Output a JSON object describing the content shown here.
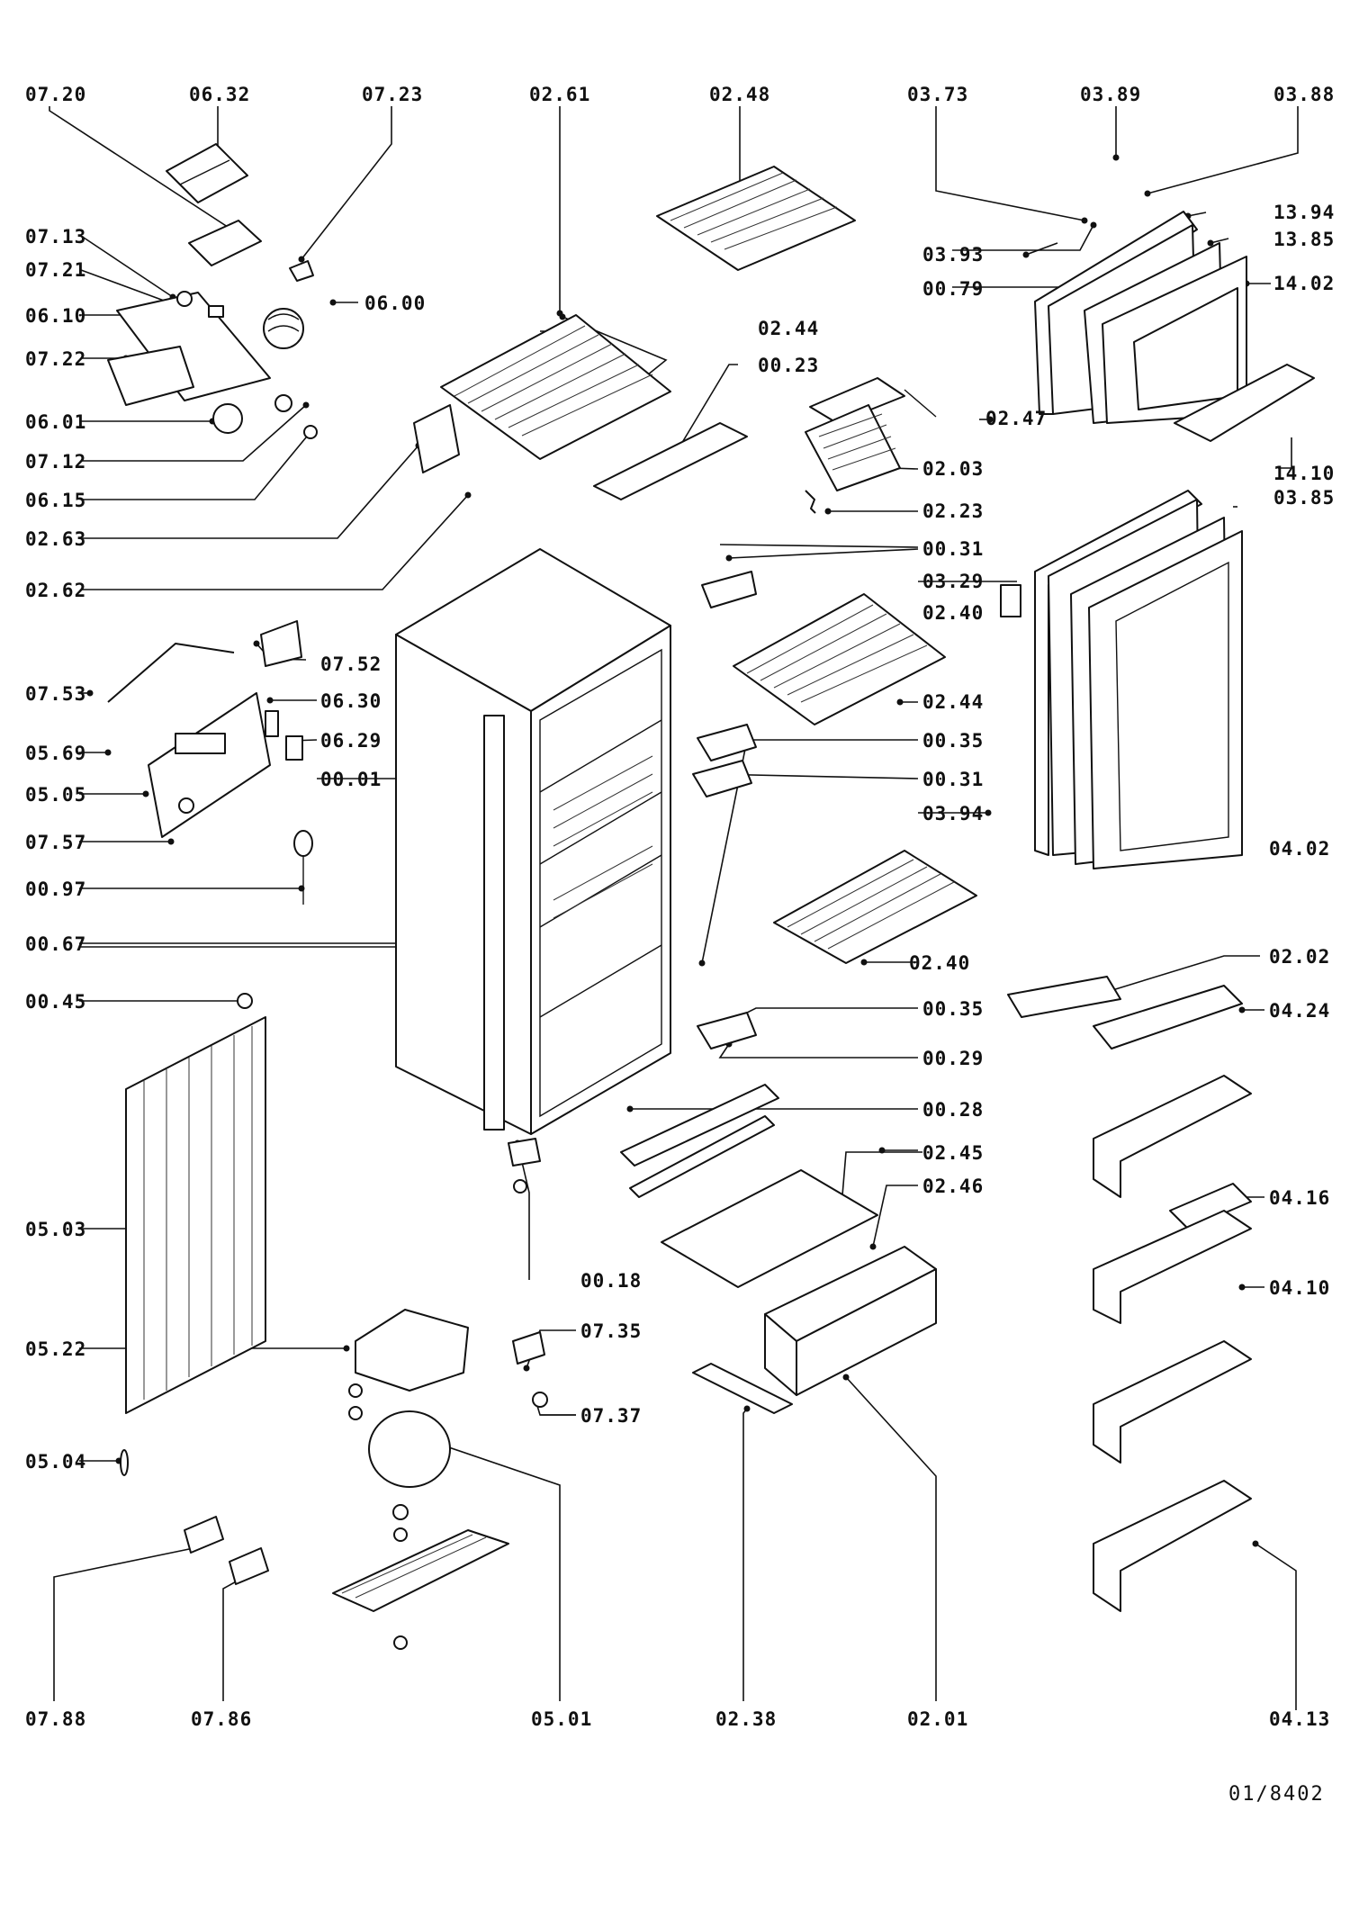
{
  "drawing_ref": "01/8402",
  "labels": {
    "l0720": "07.20",
    "l0632": "06.32",
    "l0723": "07.23",
    "l0261": "02.61",
    "l0248": "02.48",
    "l0373": "03.73",
    "l0389": "03.89",
    "l0388": "03.88",
    "l0713": "07.13",
    "l0721": "07.21",
    "l0610": "06.10",
    "l0722": "07.22",
    "l0601": "06.01",
    "l0712": "07.12",
    "l0615": "06.15",
    "l0263": "02.63",
    "l0262": "02.62",
    "l0600": "06.00",
    "l0244a": "02.44",
    "l0023": "00.23",
    "l1394": "13.94",
    "l1385": "13.85",
    "l0393": "03.93",
    "l0079": "00.79",
    "l1402": "14.02",
    "l0247": "02.47",
    "l1410": "14.10",
    "l0203": "02.03",
    "l0223": "02.23",
    "l0385": "03.85",
    "l0031a": "00.31",
    "l0329": "03.29",
    "l0240a": "02.40",
    "l0752": "07.52",
    "l0753": "07.53",
    "l0630": "06.30",
    "l0629": "06.29",
    "l0569": "05.69",
    "l0505": "05.05",
    "l0757": "07.57",
    "l0001": "00.01",
    "l0244b": "02.44",
    "l0035a": "00.35",
    "l0031b": "00.31",
    "l0394": "03.94",
    "l0402": "04.02",
    "l0097": "00.97",
    "l0067": "00.67",
    "l0240b": "02.40",
    "l0202": "02.02",
    "l0045": "00.45",
    "l0035b": "00.35",
    "l0424": "04.24",
    "l0029": "00.29",
    "l0028": "00.28",
    "l0245": "02.45",
    "l0246": "02.46",
    "l0416": "04.16",
    "l0503": "05.03",
    "l0018": "00.18",
    "l0410": "04.10",
    "l0735": "07.35",
    "l0522": "05.22",
    "l0737": "07.37",
    "l0504": "05.04",
    "l0788": "07.88",
    "l0786": "07.86",
    "l0501": "05.01",
    "l0238": "02.38",
    "l0201": "02.01",
    "l0413": "04.13"
  }
}
